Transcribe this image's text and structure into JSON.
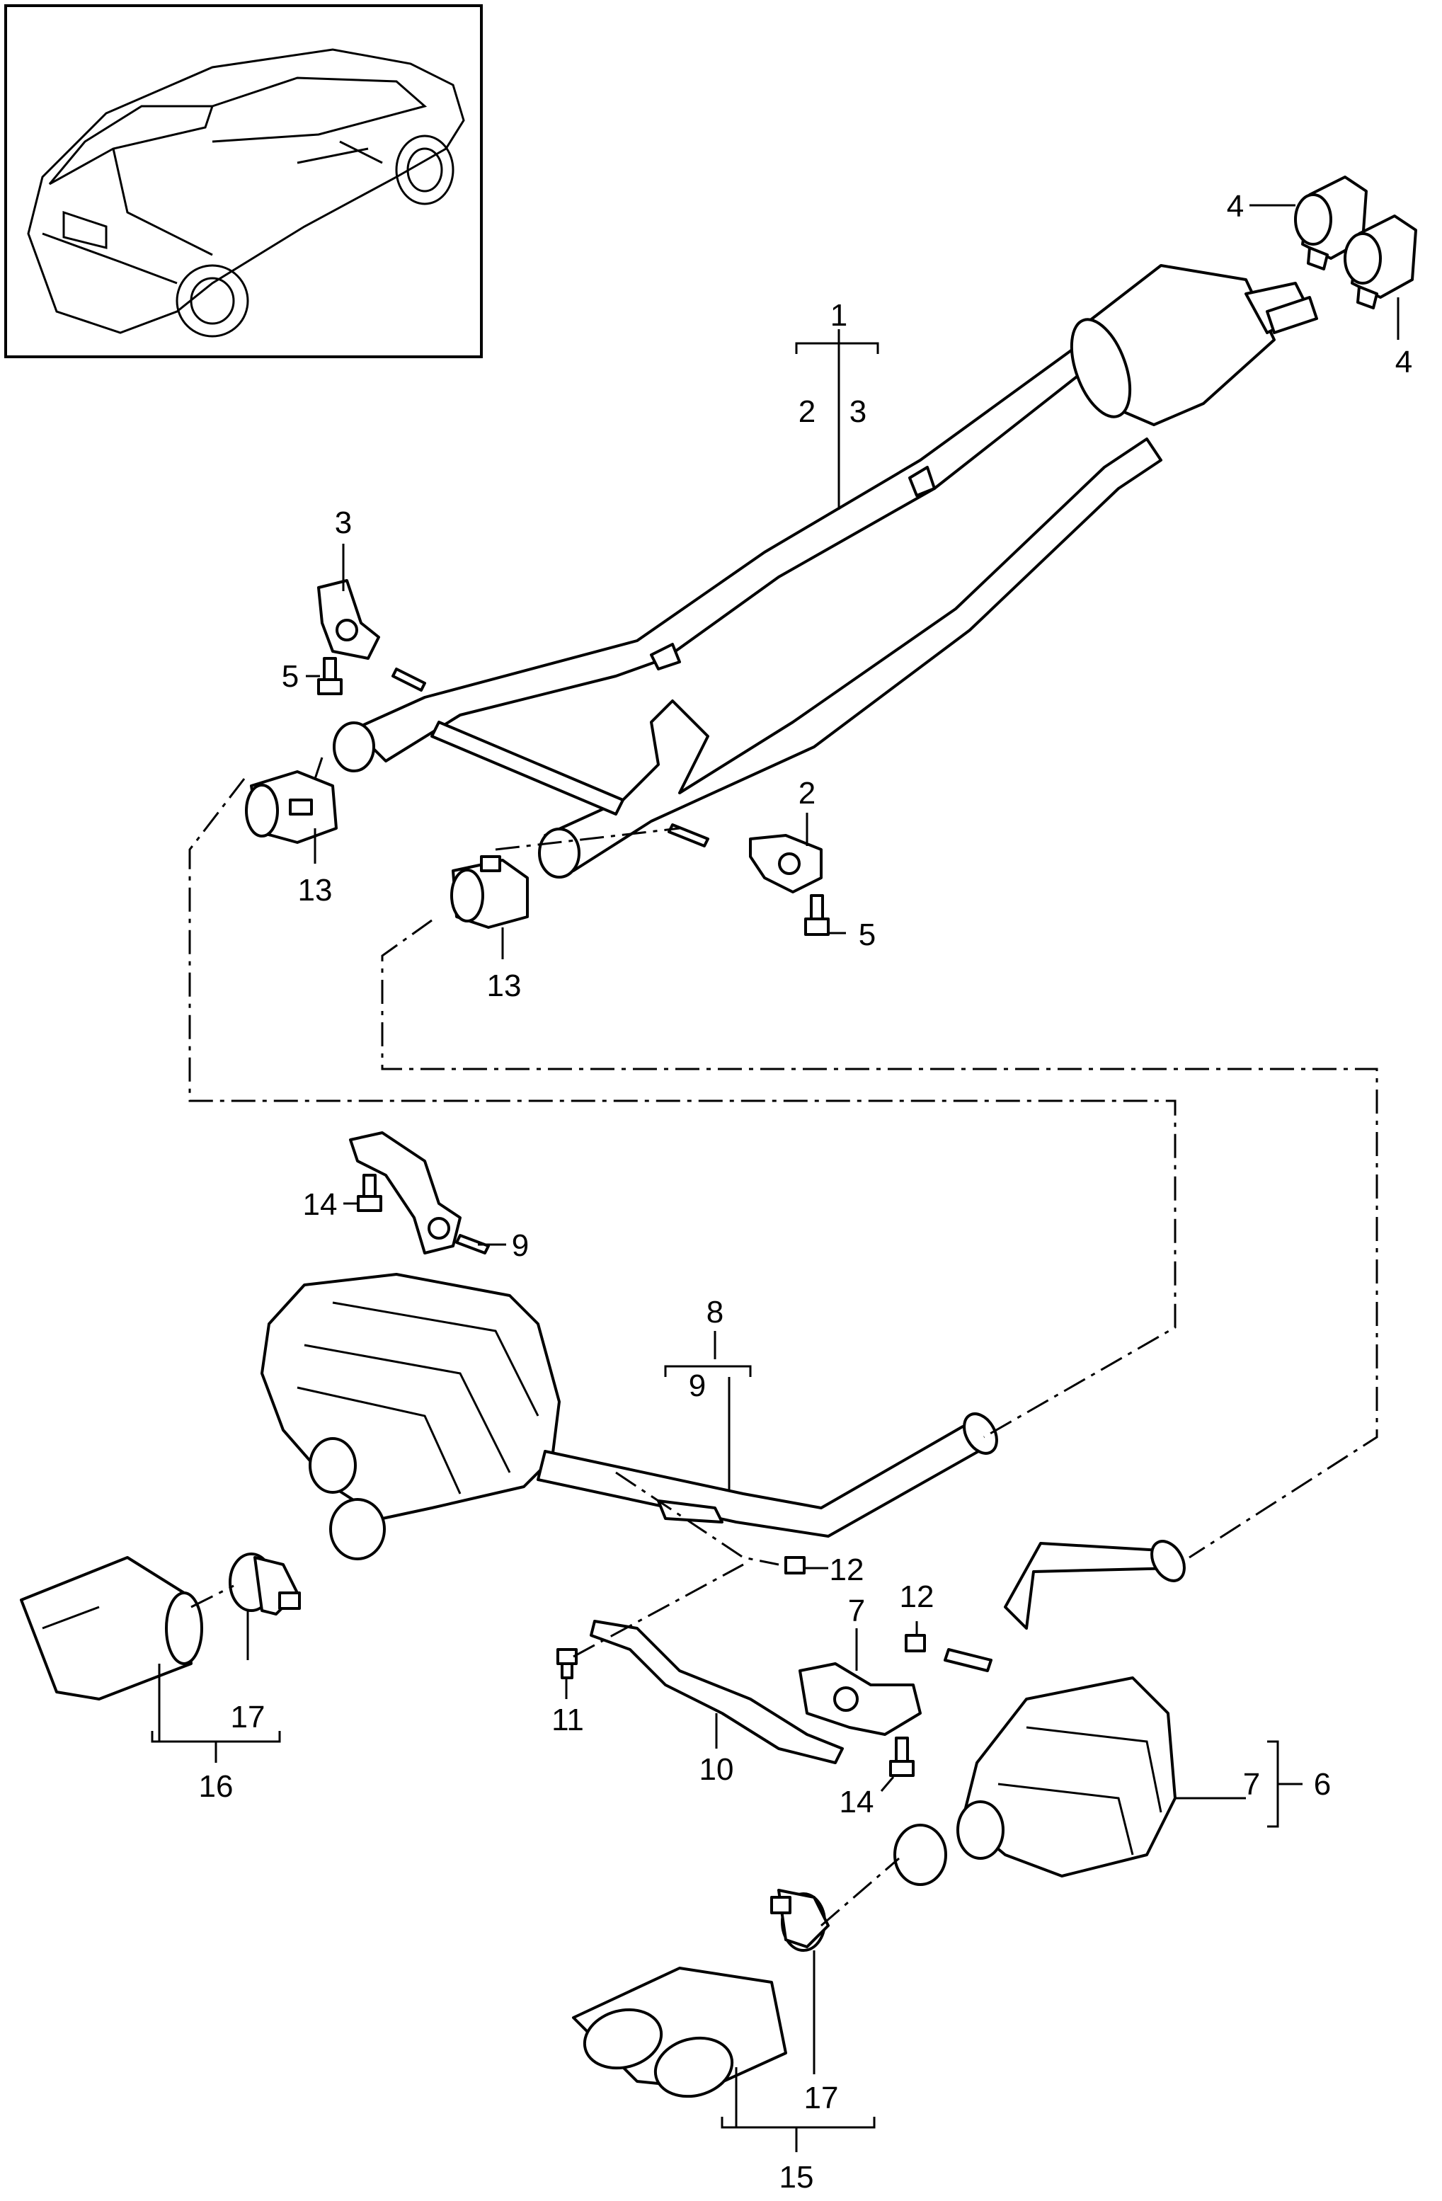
{
  "callouts": {
    "c1": "1",
    "c1_2": "2",
    "c1_3": "3",
    "c2": "2",
    "c3": "3",
    "c4a": "4",
    "c4b": "4",
    "c5a": "5",
    "c5b": "5",
    "c6": "6",
    "c7a": "7",
    "c7b": "7",
    "c8": "8",
    "c8_9": "9",
    "c9": "9",
    "c10": "10",
    "c11": "11",
    "c12a": "12",
    "c12b": "12",
    "c13a": "13",
    "c13b": "13",
    "c14a": "14",
    "c14b": "14",
    "c15": "15",
    "c16": "16",
    "c17a": "17",
    "c17b": "17"
  }
}
